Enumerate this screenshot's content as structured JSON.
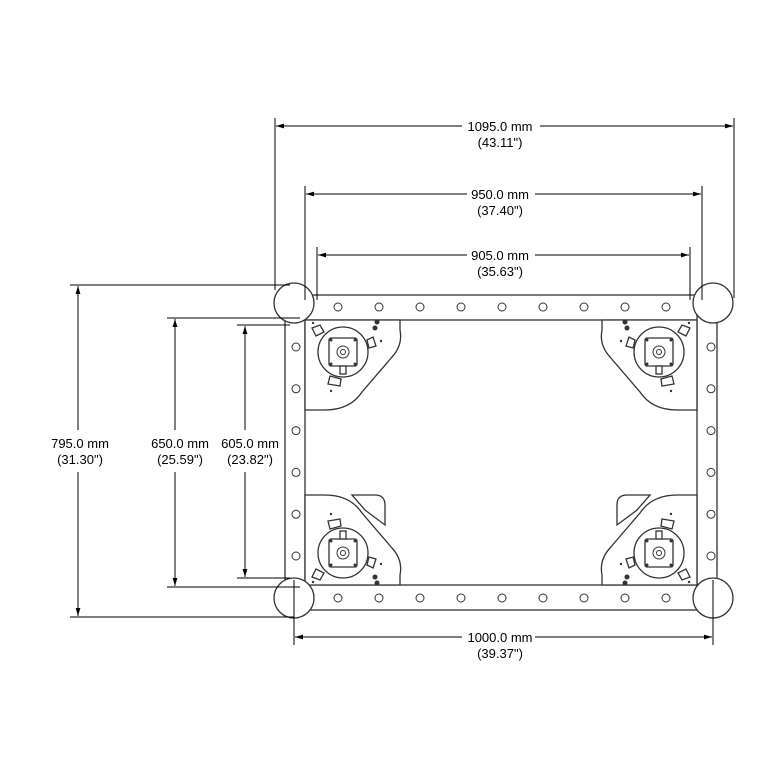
{
  "dimensions": {
    "overall_width": {
      "mm": "1095.0 mm",
      "in": "(43.11\")"
    },
    "rail_width": {
      "mm": "950.0 mm",
      "in": "(37.40\")"
    },
    "inner_width": {
      "mm": "905.0 mm",
      "in": "(35.63\")"
    },
    "overall_depth": {
      "mm": "795.0 mm",
      "in": "(31.30\")"
    },
    "rail_depth": {
      "mm": "650.0 mm",
      "in": "(25.59\")"
    },
    "inner_depth": {
      "mm": "605.0 mm",
      "in": "(23.82\")"
    },
    "post_spacing": {
      "mm": "1000.0 mm",
      "in": "(39.37\")"
    }
  }
}
